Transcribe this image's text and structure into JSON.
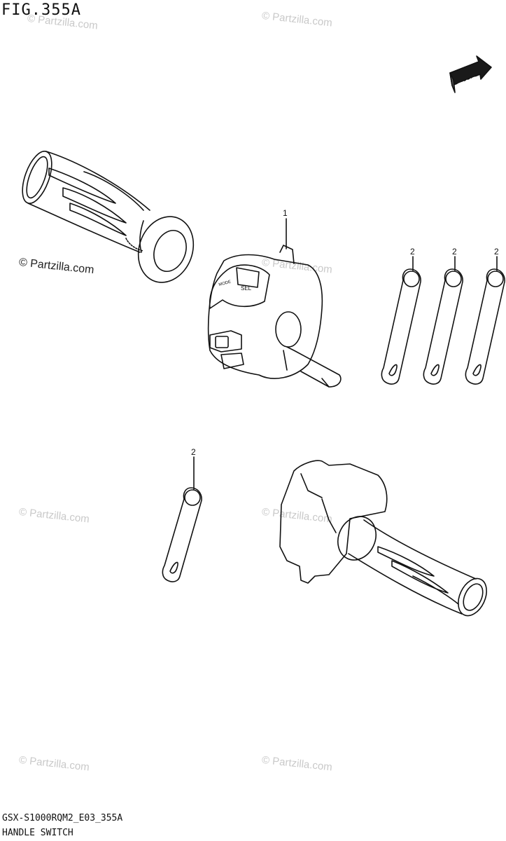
{
  "figure": {
    "title": "FIG.355A",
    "fwd_label": "FWD"
  },
  "watermarks": {
    "top_left": "© Partzilla.com",
    "top_center": "© Partzilla.com",
    "mid_left": "© Partzilla.com",
    "mid_center": "© Partzilla.com",
    "mid_left2": "© Partzilla.com",
    "mid_center2": "© Partzilla.com",
    "bottom_left": "© Partzilla.com",
    "bottom_center": "© Partzilla.com"
  },
  "callouts": [
    "1",
    "2",
    "2",
    "2",
    "2"
  ],
  "switch_labels": {
    "mode": "MODE",
    "sel": "SEL"
  },
  "footer": {
    "code": "GSX-S1000RQM2_E03_355A",
    "name": "HANDLE SWITCH"
  }
}
